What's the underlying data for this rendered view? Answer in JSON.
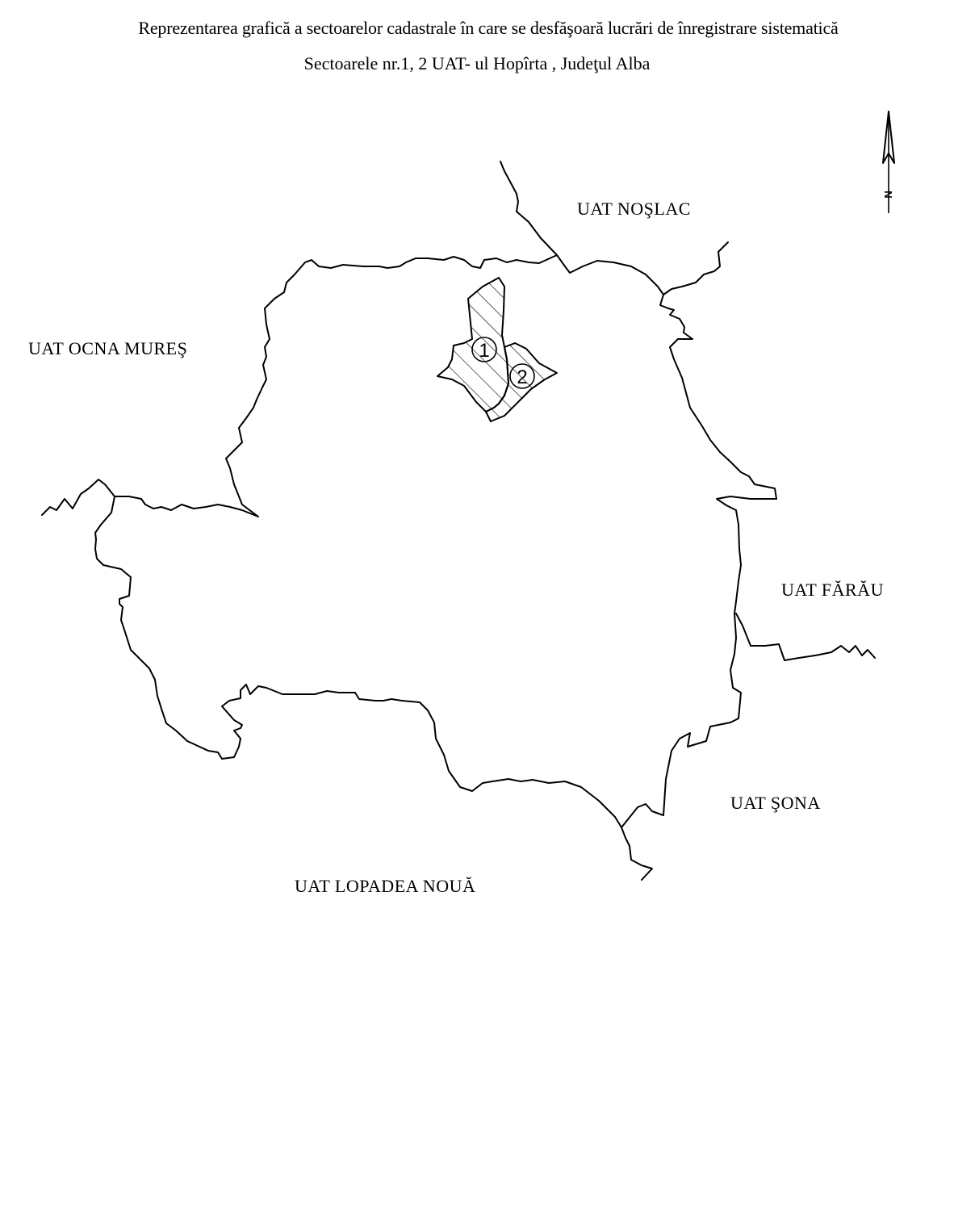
{
  "header": {
    "title_line1": "Reprezentarea grafică a sectoarelor cadastrale  în care se desfăşoară lucrări de înregistrare sistematică",
    "title_line2": "Sectoarele nr.1, 2  UAT- ul Hopîrta , Judeţul Alba"
  },
  "map": {
    "neighbors": {
      "north": "UAT NOŞLAC",
      "west": "UAT OCNA MUREŞ",
      "east": "UAT FĂRĂU",
      "southeast": "UAT ŞONA",
      "south": "UAT LOPADEA NOUĂ"
    },
    "sectors": [
      {
        "number": "1"
      },
      {
        "number": "2"
      }
    ],
    "north_arrow": {
      "letter": "N",
      "icon": "north-arrow-icon"
    },
    "colors": {
      "line": "#000000",
      "background": "#ffffff"
    }
  }
}
